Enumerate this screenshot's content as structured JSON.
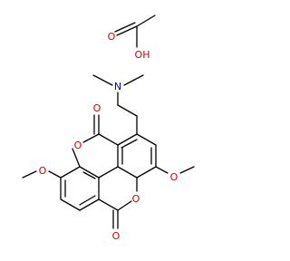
{
  "molecules": [
    {
      "name": "",
      "atoms": {
        "acid_O1": "O",
        "acid_O2": "OH"
      }
    },
    {
      "name": "",
      "atoms": {
        "amine_N": "N",
        "ring_O_top": "O",
        "ring_O_bottom": "O",
        "carbonyl_O_top": "O",
        "carbonyl_O_bottom": "O",
        "methoxy_O_left": "O",
        "methoxy_O_right": "O"
      }
    }
  ]
}
